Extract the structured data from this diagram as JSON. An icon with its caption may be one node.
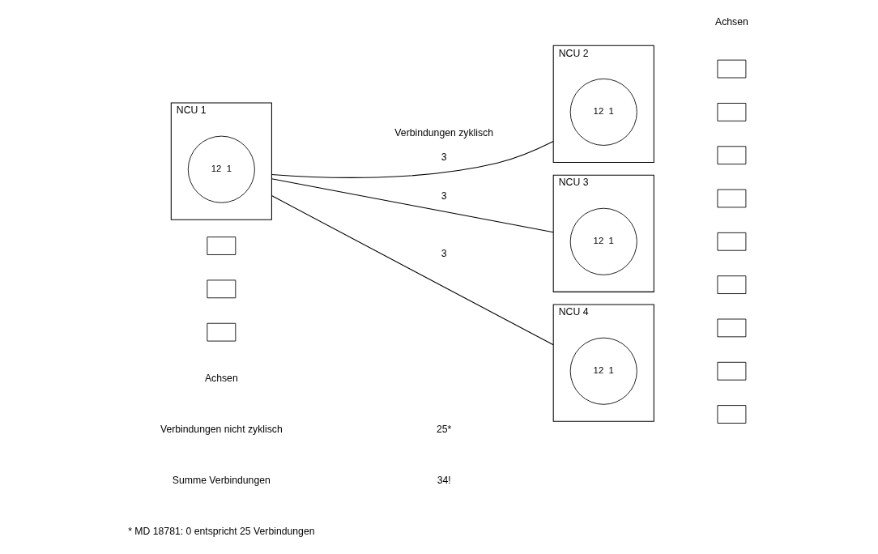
{
  "diagram": {
    "nodes": [
      {
        "text": [
          "NCU 1"
        ]
      },
      {
        "text": [
          "12",
          "1"
        ],
        "in": 0
      },
      {
        "text": [
          "NCU 2"
        ]
      },
      {
        "text": [
          "12",
          "1"
        ],
        "in": 2
      },
      {
        "text": [
          "NCU 3"
        ]
      },
      {
        "text": [
          "12",
          "1"
        ],
        "in": 4
      },
      {
        "text": [
          "NCU 4"
        ]
      },
      {
        "text": [
          "12",
          "1"
        ],
        "in": 6
      },
      {
        "text": [],
        "shape": "box"
      },
      {
        "text": [],
        "shape": "box"
      },
      {
        "text": [],
        "shape": "box"
      },
      {
        "text": [],
        "shape": "box"
      },
      {
        "text": [],
        "shape": "box"
      },
      {
        "text": [],
        "shape": "box"
      },
      {
        "text": [],
        "shape": "box"
      },
      {
        "text": [],
        "shape": "box"
      },
      {
        "text": [],
        "shape": "box"
      },
      {
        "text": [],
        "shape": "box"
      },
      {
        "text": [],
        "shape": "box"
      },
      {
        "text": [],
        "shape": "box"
      }
    ],
    "edges": [
      {
        "from": 0,
        "to": 2,
        "arrow": "none",
        "label": "3"
      },
      {
        "from": 0,
        "to": 4,
        "arrow": "none",
        "label": "3"
      },
      {
        "from": 0,
        "to": 6,
        "arrow": "none",
        "label": "3"
      }
    ],
    "labels": [
      "Verbindungen zyklisch",
      "Achsen",
      "Achsen",
      "Verbindungen nicht zyklisch",
      "25*",
      "Summe Verbindungen",
      "34!",
      "* MD 18781: 0 entspricht 25 Verbindungen"
    ]
  }
}
